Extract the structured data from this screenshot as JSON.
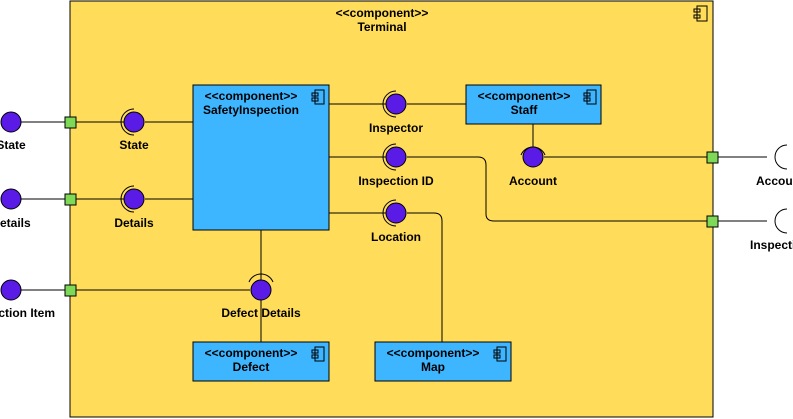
{
  "diagram": {
    "type": "UML component diagram",
    "container": {
      "stereotype": "<<component>>",
      "name": "Terminal",
      "fill": "#ffdc5a"
    },
    "components": [
      {
        "id": "safety",
        "stereotype": "<<component>>",
        "name": "SafetyInspection"
      },
      {
        "id": "staff",
        "stereotype": "<<component>>",
        "name": "Staff"
      },
      {
        "id": "defect",
        "stereotype": "<<component>>",
        "name": "Defect"
      },
      {
        "id": "map",
        "stereotype": "<<component>>",
        "name": "Map"
      }
    ],
    "internal_interfaces": [
      {
        "id": "state",
        "label": "State"
      },
      {
        "id": "details",
        "label": "Details"
      },
      {
        "id": "inspector",
        "label": "Inspector"
      },
      {
        "id": "inspection_id",
        "label": "Inspection ID"
      },
      {
        "id": "location",
        "label": "Location"
      },
      {
        "id": "account",
        "label": "Account"
      },
      {
        "id": "defect_details",
        "label": "Defect Details"
      }
    ],
    "external_provided": [
      {
        "id": "ext_state",
        "label": "State"
      },
      {
        "id": "ext_details",
        "label": "Details"
      },
      {
        "id": "ext_inspection_item",
        "label": "Inspection Item"
      }
    ],
    "external_required": [
      {
        "id": "ext_account",
        "label": "Account"
      },
      {
        "id": "ext_inspection",
        "label": "Inspection"
      }
    ],
    "colors": {
      "component": "#3eb6ff",
      "container": "#ffdc5a",
      "port": "#7ed957",
      "interface_ball": "#5b1be6"
    }
  }
}
